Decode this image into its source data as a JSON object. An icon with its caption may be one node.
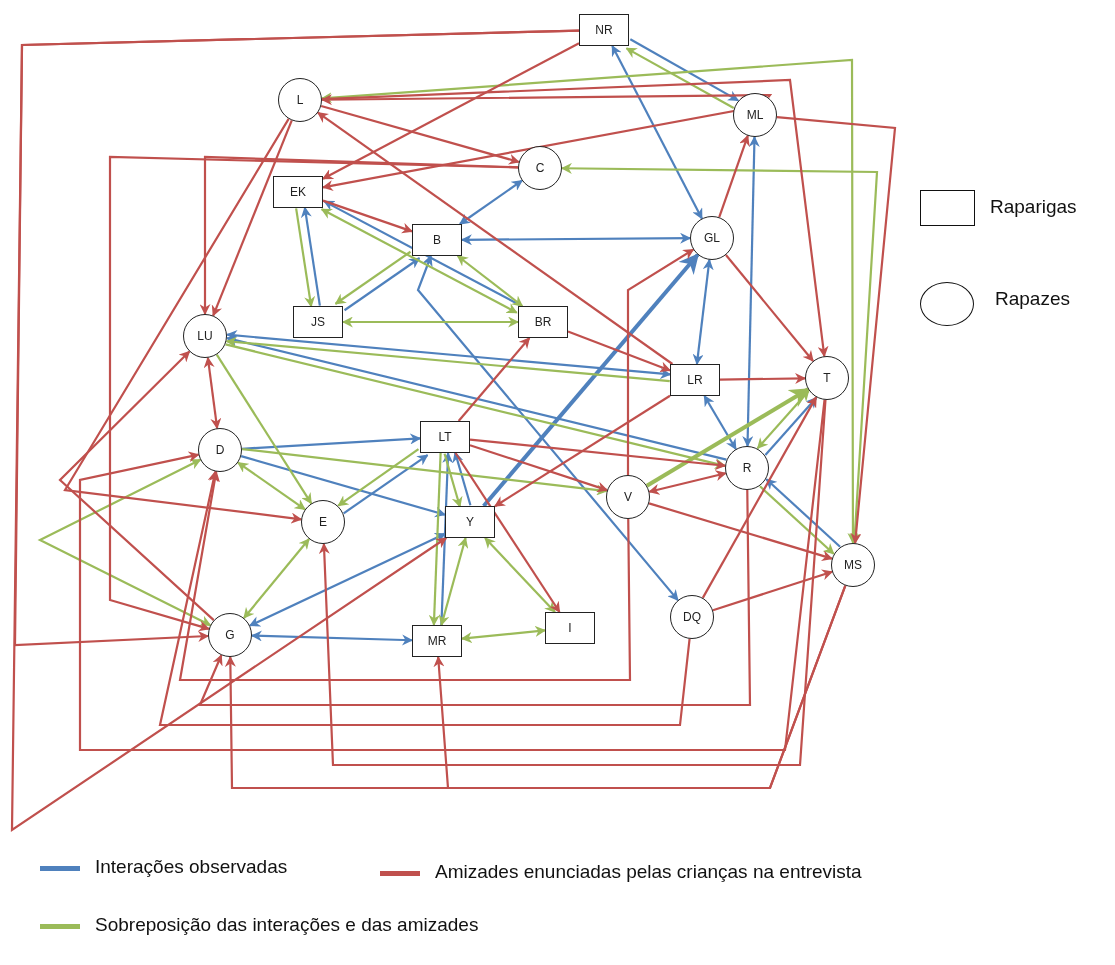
{
  "diagram": {
    "nodes": [
      {
        "text": [
          "NR"
        ]
      },
      {
        "text": [
          "L"
        ]
      },
      {
        "text": [
          "ML"
        ]
      },
      {
        "text": [
          "C"
        ]
      },
      {
        "text": [
          "EK"
        ]
      },
      {
        "text": [
          "B"
        ]
      },
      {
        "text": [
          "GL"
        ]
      },
      {
        "text": [
          "JS"
        ]
      },
      {
        "text": [
          "BR"
        ]
      },
      {
        "text": [
          "LU"
        ]
      },
      {
        "text": [
          "LR"
        ]
      },
      {
        "text": [
          "T"
        ]
      },
      {
        "text": [
          "D"
        ]
      },
      {
        "text": [
          "LT"
        ]
      },
      {
        "text": [
          "R"
        ]
      },
      {
        "text": [
          "V"
        ]
      },
      {
        "text": [
          "E"
        ]
      },
      {
        "text": [
          "Y"
        ]
      },
      {
        "text": [
          "MS"
        ]
      },
      {
        "text": [
          "DQ"
        ]
      },
      {
        "text": [
          "I"
        ]
      },
      {
        "text": [
          "G"
        ]
      },
      {
        "text": [
          "MR"
        ]
      }
    ],
    "edges": [
      {
        "from": 0,
        "to": 2,
        "arrow": "to",
        "color": "#4f81bd"
      },
      {
        "from": 0,
        "to": 6,
        "arrow": "both",
        "color": "#4f81bd"
      },
      {
        "from": 3,
        "to": 5,
        "arrow": "both",
        "color": "#4f81bd"
      },
      {
        "from": 6,
        "to": 5,
        "arrow": "both",
        "color": "#4f81bd"
      },
      {
        "from": 7,
        "to": 4,
        "arrow": "to",
        "color": "#4f81bd"
      },
      {
        "from": 7,
        "to": 5,
        "arrow": "to",
        "color": "#4f81bd"
      },
      {
        "from": 8,
        "to": 4,
        "arrow": "to",
        "color": "#4f81bd"
      },
      {
        "from": 5,
        "to": 19,
        "arrow": "both",
        "color": "#4f81bd"
      },
      {
        "from": 9,
        "to": 10,
        "arrow": "both",
        "color": "#4f81bd"
      },
      {
        "from": 14,
        "to": 9,
        "arrow": "to",
        "color": "#4f81bd"
      },
      {
        "from": 6,
        "to": 10,
        "arrow": "both",
        "color": "#4f81bd"
      },
      {
        "from": 2,
        "to": 14,
        "arrow": "both",
        "color": "#4f81bd"
      },
      {
        "from": 10,
        "to": 14,
        "arrow": "both",
        "color": "#4f81bd"
      },
      {
        "from": 14,
        "to": 11,
        "arrow": "to",
        "color": "#4f81bd"
      },
      {
        "from": 18,
        "to": 14,
        "arrow": "to",
        "color": "#4f81bd"
      },
      {
        "from": 12,
        "to": 13,
        "arrow": "to",
        "color": "#4f81bd"
      },
      {
        "from": 12,
        "to": 17,
        "arrow": "to",
        "color": "#4f81bd"
      },
      {
        "from": 16,
        "to": 13,
        "arrow": "to",
        "color": "#4f81bd"
      },
      {
        "from": 22,
        "to": 13,
        "arrow": "to",
        "color": "#4f81bd"
      },
      {
        "from": 17,
        "to": 13,
        "arrow": "to",
        "color": "#4f81bd"
      },
      {
        "from": 21,
        "to": 17,
        "arrow": "both",
        "color": "#4f81bd"
      },
      {
        "from": 21,
        "to": 22,
        "arrow": "both",
        "color": "#4f81bd"
      },
      {
        "from": 17,
        "to": 6,
        "arrow": "to",
        "color": "#4f81bd",
        "style": "thick"
      },
      {
        "from": 2,
        "to": 0,
        "arrow": "to",
        "color": "#9bbb59"
      },
      {
        "from": 1,
        "to": 18,
        "arrow": "both",
        "color": "#9bbb59"
      },
      {
        "from": 3,
        "to": 18,
        "arrow": "both",
        "color": "#9bbb59"
      },
      {
        "from": 4,
        "to": 7,
        "arrow": "to",
        "color": "#9bbb59"
      },
      {
        "from": 5,
        "to": 7,
        "arrow": "to",
        "color": "#9bbb59"
      },
      {
        "from": 4,
        "to": 8,
        "arrow": "both",
        "color": "#9bbb59"
      },
      {
        "from": 5,
        "to": 8,
        "arrow": "both",
        "color": "#9bbb59"
      },
      {
        "from": 7,
        "to": 8,
        "arrow": "both",
        "color": "#9bbb59"
      },
      {
        "from": 10,
        "to": 9,
        "arrow": "to",
        "color": "#9bbb59"
      },
      {
        "from": 9,
        "to": 14,
        "arrow": "to",
        "color": "#9bbb59"
      },
      {
        "from": 9,
        "to": 16,
        "arrow": "to",
        "color": "#9bbb59"
      },
      {
        "from": 12,
        "to": 16,
        "arrow": "both",
        "color": "#9bbb59"
      },
      {
        "from": 12,
        "to": 21,
        "arrow": "both",
        "color": "#9bbb59"
      },
      {
        "from": 12,
        "to": 15,
        "arrow": "to",
        "color": "#9bbb59"
      },
      {
        "from": 16,
        "to": 21,
        "arrow": "both",
        "color": "#9bbb59"
      },
      {
        "from": 13,
        "to": 16,
        "arrow": "to",
        "color": "#9bbb59"
      },
      {
        "from": 13,
        "to": 22,
        "arrow": "to",
        "color": "#9bbb59"
      },
      {
        "from": 13,
        "to": 17,
        "arrow": "to",
        "color": "#9bbb59"
      },
      {
        "from": 17,
        "to": 22,
        "arrow": "both",
        "color": "#9bbb59"
      },
      {
        "from": 17,
        "to": 20,
        "arrow": "both",
        "color": "#9bbb59"
      },
      {
        "from": 22,
        "to": 20,
        "arrow": "both",
        "color": "#9bbb59"
      },
      {
        "from": 15,
        "to": 11,
        "arrow": "to",
        "color": "#9bbb59",
        "style": "thick"
      },
      {
        "from": 14,
        "to": 11,
        "arrow": "both",
        "color": "#9bbb59"
      },
      {
        "from": 14,
        "to": 18,
        "arrow": "to",
        "color": "#9bbb59"
      },
      {
        "from": 0,
        "to": 4,
        "arrow": "to"
      },
      {
        "from": 0,
        "to": 21,
        "arrow": "to"
      },
      {
        "from": 0,
        "to": 17,
        "arrow": "to"
      },
      {
        "from": 2,
        "to": 1,
        "arrow": "to"
      },
      {
        "from": 1,
        "to": 11,
        "arrow": "to"
      },
      {
        "from": 1,
        "to": 3,
        "arrow": "to"
      },
      {
        "from": 10,
        "to": 1,
        "arrow": "to"
      },
      {
        "from": 2,
        "to": 4,
        "arrow": "to"
      },
      {
        "from": 1,
        "to": 9,
        "arrow": "to"
      },
      {
        "from": 3,
        "to": 9,
        "arrow": "to"
      },
      {
        "from": 3,
        "to": 21,
        "arrow": "to"
      },
      {
        "from": 4,
        "to": 5,
        "arrow": "to"
      },
      {
        "from": 6,
        "to": 2,
        "arrow": "to"
      },
      {
        "from": 6,
        "to": 11,
        "arrow": "to"
      },
      {
        "from": 2,
        "to": 18,
        "arrow": "to"
      },
      {
        "from": 10,
        "to": 11,
        "arrow": "to"
      },
      {
        "from": 8,
        "to": 10,
        "arrow": "to"
      },
      {
        "from": 15,
        "to": 6,
        "arrow": "to"
      },
      {
        "from": 13,
        "to": 8,
        "arrow": "to"
      },
      {
        "from": 13,
        "to": 15,
        "arrow": "to"
      },
      {
        "from": 13,
        "to": 14,
        "arrow": "to"
      },
      {
        "from": 13,
        "to": 20,
        "arrow": "to"
      },
      {
        "from": 10,
        "to": 17,
        "arrow": "to"
      },
      {
        "from": 15,
        "to": 14,
        "arrow": "both"
      },
      {
        "from": 15,
        "to": 18,
        "arrow": "to"
      },
      {
        "from": 19,
        "to": 18,
        "arrow": "to"
      },
      {
        "from": 19,
        "to": 11,
        "arrow": "to"
      },
      {
        "from": 9,
        "to": 12,
        "arrow": "both"
      },
      {
        "from": 15,
        "to": 12,
        "arrow": "to"
      },
      {
        "from": 14,
        "to": 21,
        "arrow": "to"
      },
      {
        "from": 19,
        "to": 12,
        "arrow": "to"
      },
      {
        "from": 11,
        "to": 16,
        "arrow": "to"
      },
      {
        "from": 18,
        "to": 21,
        "arrow": "to"
      },
      {
        "from": 18,
        "to": 22,
        "arrow": "to"
      },
      {
        "from": 11,
        "to": 12,
        "arrow": "to"
      },
      {
        "from": 21,
        "to": 9,
        "arrow": "to"
      },
      {
        "from": 1,
        "to": 16,
        "arrow": "to"
      }
    ],
    "legend": [
      {
        "text": "Raparigas"
      },
      {
        "text": "Rapazes"
      },
      {
        "text": "Interações observadas",
        "color": "#4f81bd"
      },
      {
        "text": "Amizades enunciadas pelas crianças na entrevista",
        "color": "#c0504d"
      },
      {
        "text": "Sobreposição das interações e das amizades",
        "color": "#9bbb59"
      }
    ]
  }
}
